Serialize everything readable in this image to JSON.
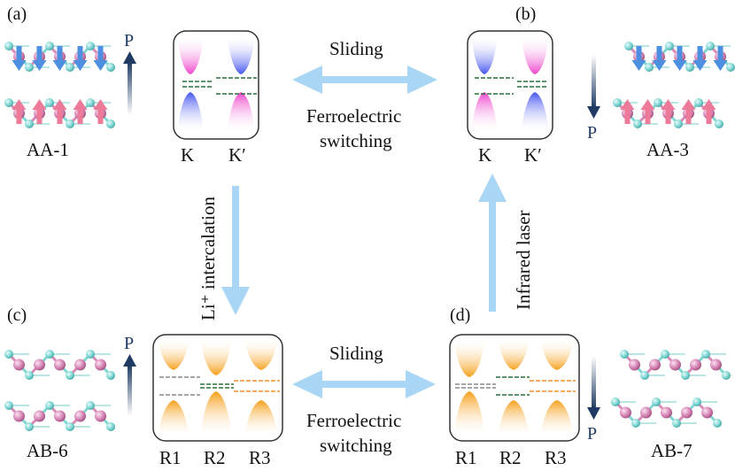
{
  "panels": {
    "a": {
      "tag": "(a)",
      "stacking": "AA-1",
      "valleys": [
        "K",
        "K′"
      ]
    },
    "b": {
      "tag": "(b)",
      "stacking": "AA-3",
      "valleys": [
        "K",
        "K′"
      ]
    },
    "c": {
      "tag": "(c)",
      "stacking": "AB-6",
      "valleys": [
        "R1",
        "R2",
        "R3"
      ]
    },
    "d": {
      "tag": "(d)",
      "stacking": "AB-7",
      "valleys": [
        "R1",
        "R2",
        "R3"
      ]
    }
  },
  "polarization": "P",
  "transitions": {
    "top_sliding": "Sliding",
    "top_ferro_line1": "Ferroelectric",
    "top_ferro_line2": "switching",
    "bottom_sliding": "Sliding",
    "bottom_ferro_line1": "Ferroelectric",
    "bottom_ferro_line2": "switching",
    "left_vertical": "Li⁺ intercalation",
    "right_vertical": "Infrared laser"
  },
  "colors": {
    "magenta": "#ee55cc",
    "blue": "#5566ee",
    "orange": "#f5a623",
    "arrow": "#a9d6f5",
    "atom_pink": "#d98bb8",
    "atom_cyan": "#7fd6d3",
    "spin_up": "#ee7a9a",
    "spin_down": "#4d8fe0"
  }
}
